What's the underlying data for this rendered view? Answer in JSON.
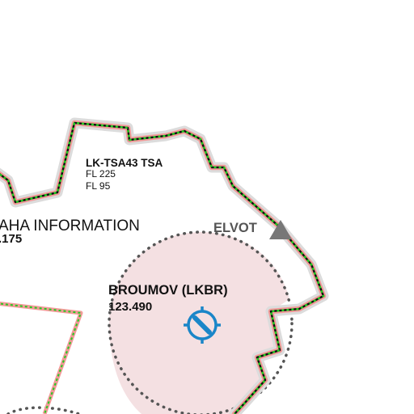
{
  "airspace_tsa": {
    "name": "LK-TSA43 TSA",
    "upper_limit": "FL 225",
    "lower_limit": "FL 95"
  },
  "fir_sector": {
    "name_visible": "AHA INFORMATION",
    "frequency_visible": ".175"
  },
  "waypoint": {
    "name": "ELVOT",
    "color": "#777777"
  },
  "airfield": {
    "name": "BROUMOV (LKBR)",
    "frequency": "123.490",
    "icon": "airfield-icon",
    "icon_color": "#1a86c8",
    "zone_fill": "#f4e0e2"
  },
  "colors": {
    "tsa_border_red": "#f29a98",
    "tsa_border_green": "#22cc22",
    "tsa_border_halo": "#dcdcdc",
    "zone_dots": "#555555"
  }
}
